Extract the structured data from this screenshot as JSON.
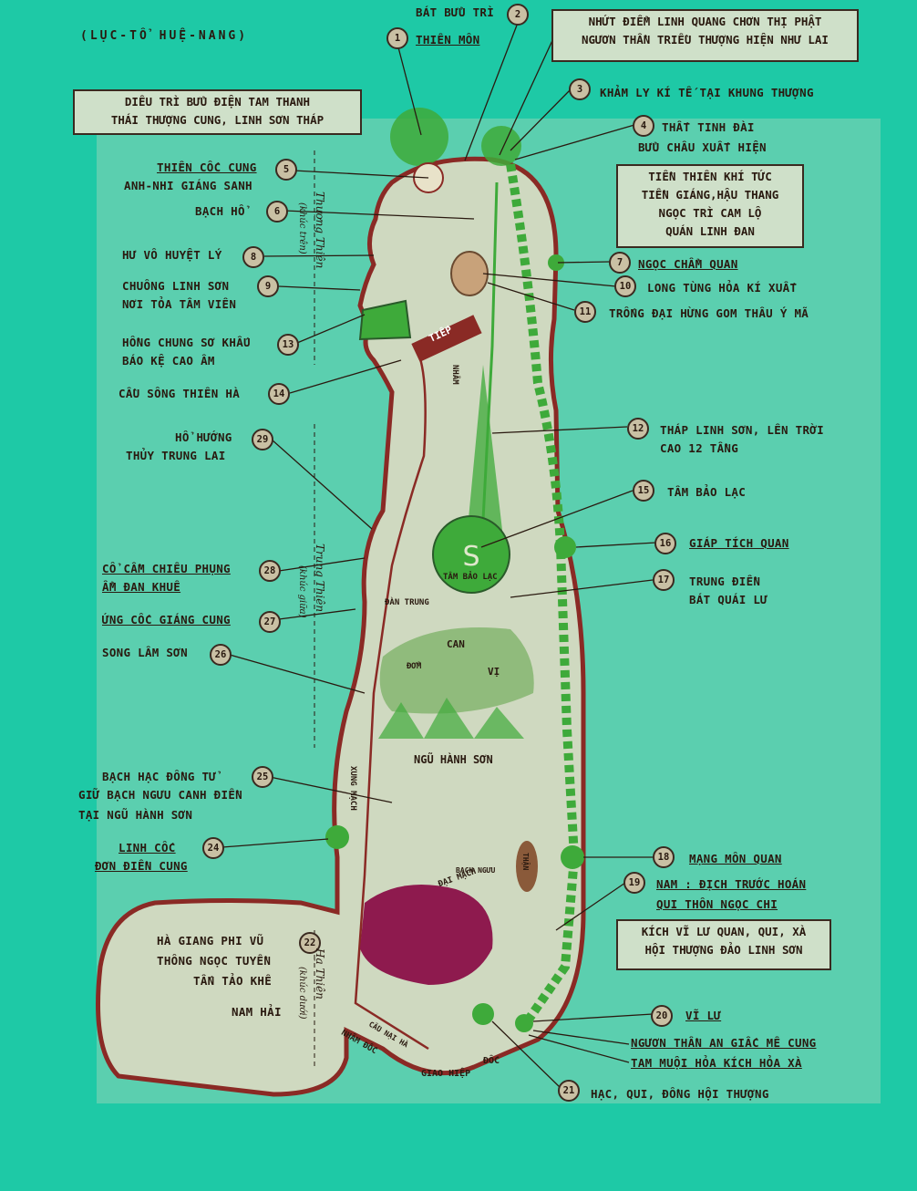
{
  "title": "(LỤC-TỔ HUỆ-NANG)",
  "boxes": {
    "top_right": [
      "NHỨT ĐIỂM LINH QUANG CHƠN THỊ PHẬT",
      "NGƯƠN THẦN TRIỀU THƯỢNG HIỆN NHƯ LAI"
    ],
    "top_left": [
      "DIÊU TRÌ BỬU ĐIỆN TAM THANH",
      "THÁI THƯỢNG CUNG, LINH SƠN THÁP"
    ],
    "right_mid": [
      "TIỀN THIÊN KHÍ TỨC",
      "TIỀN GIÁNG,HẬU THANG",
      "NGỌC TRÌ  CAM LỘ",
      "QUÁN LINH ĐAN"
    ],
    "right_low": [
      "KÍCH VĨ LƯ QUAN, QUI, XÀ",
      "HỘI THƯỢNG ĐẢO LINH SƠN"
    ]
  },
  "labels": {
    "bat_buu_tri": "BÁT BỬU TRÌ",
    "thien_mon": "THIÊN MÔN",
    "kham_ly": "KHẢM LY KÍ TẾ TẠI KHUNG THƯỢNG",
    "that_tinh_1": "THẤT TINH ĐÀI",
    "that_tinh_2": "BỬU CHÂU XUẤT HIỆN",
    "thien_coc_1": "THIÊN CỐC CUNG",
    "thien_coc_2": "ANH-NHI GIÁNG SANH",
    "bach_ho": "BẠCH HỔ",
    "hu_vo": "HƯ VÔ HUYỆT LÝ",
    "chuong_linh_1": "CHUÔNG LINH SƠN",
    "chuong_linh_2": "NƠI TỎA TÂM VIÊN",
    "ngoc_cham": "NGỌC CHẨM QUAN",
    "long_tung": "LONG TÙNG HỎA KÍ XUẤT",
    "trong_dai": "TRỐNG ĐẠI HỪNG GOM THÂU Ý MÃ",
    "hong_chung_1": "HỒNG CHUNG SƠ KHẤU",
    "hong_chung_2": "BÁO KỆ CAO ÂM",
    "cau_song": "CẦU SÔNG THIÊN HÀ",
    "thap_linh_1": "THÁP LINH SƠN, LÊN TRỜI",
    "thap_linh_2": "CAO 12 TẦNG",
    "ho_huong_1": "HỔ HƯỚNG",
    "ho_huong_2": "THỦY TRUNG LAI",
    "tam_bao": "TÂM BẢO LẠC",
    "giap_tich": "GIÁP TÍCH QUAN",
    "co_cam_1": "CỔ CẦM CHIÊU PHỤNG",
    "co_cam_2": "ẨM ĐAN KHUÊ",
    "trung_dien_1": "TRUNG ĐIỀN",
    "trung_dien_2": "BÁT QUÁI LƯ",
    "ung_coc": "ỨNG CỐC GIÁNG CUNG",
    "song_lam": "SONG LÂM SƠN",
    "bach_hac_1": "BẠCH HẠC ĐỒNG TỬ",
    "bach_hac_2": "GIỮ BẠCH NGƯU CANH ĐIỀN",
    "bach_hac_3": "TẠI NGŨ HÀNH SƠN",
    "linh_coc_1": "LINH CỐC",
    "linh_coc_2": "ĐƠN ĐIỀN CUNG",
    "mang_mon": "MẠNG MÔN QUAN",
    "nam_1": "NAM : ĐỊCH TRƯỚC HOÁN",
    "nam_2": "QUI THÔN NGỌC CHI",
    "ha_giang_1": "HÀ GIANG  PHI VŨ",
    "ha_giang_2": "THÔNG NGỌC TUYỀN",
    "ha_giang_3": "TẤN TẢO KHÊ",
    "nam_hai": "NAM HẢI",
    "vi_lu": "VĨ LƯ",
    "nguon_than_1": "NGƯƠN THẦN AN GIẤC MÊ CUNG",
    "nguon_than_2": "TAM MUỘI HỎA KÍCH HỎA XÀ",
    "hac_qui": "HẠC, QUI, ĐỒNG HỘI THƯỢNG"
  },
  "numbers": [
    "1",
    "2",
    "3",
    "4",
    "5",
    "6",
    "7",
    "8",
    "9",
    "10",
    "11",
    "12",
    "13",
    "14",
    "15",
    "16",
    "17",
    "18",
    "19",
    "20",
    "21",
    "22",
    "24",
    "25",
    "26",
    "27",
    "28",
    "29"
  ],
  "inner_text": {
    "tiep": "TIẾP",
    "nham": "NHÂM",
    "tam_bao_lac": "TÂM BẢO LẠC",
    "dan_trung": "ĐÀN TRUNG",
    "can": "CAN",
    "don": "ĐỞM",
    "vi": "VỊ",
    "ngu_hanh_son": "NGŨ HÀNH SƠN",
    "xung_mach": "XUNG MẠCH",
    "dai_mach": "ĐẠI MẠCH",
    "bach_nguu": "BẠCH NGƯU",
    "than": "THẬN",
    "cau_nai_ha": "CẦU NẠI HÀ",
    "nham_doc": "NHÂM ĐỐC",
    "giao_hiep": "GIAO HIỆP",
    "doc": "ĐỐC"
  },
  "vertical": {
    "thuong_thien": "Thượng Thiên",
    "khuc_tren": "(khúc trên)",
    "trung_thien": "Trung Thiên",
    "khuc_giua": "(khúc giữa)",
    "ha_thien": "Hạ Thiên",
    "khuc_duoi": "(khúc dưới)"
  },
  "colors": {
    "background": "#1ec9a6",
    "paper": "#cfd9c0",
    "outline": "#8a2a25",
    "green": "#3eaa3a",
    "heart": "#8e1a4e",
    "text": "#2a1a10"
  }
}
